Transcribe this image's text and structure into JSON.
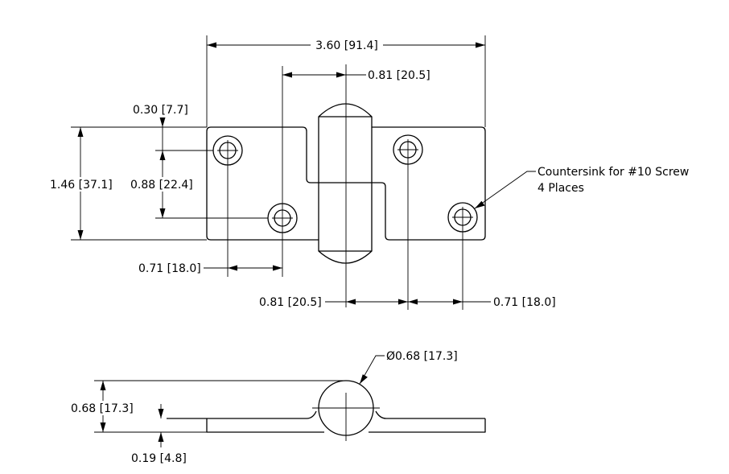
{
  "dimensions": {
    "overall_width": "3.60 [91.4]",
    "pin_offset_top": "0.81 [20.5]",
    "top_edge_hole": "0.30 [7.7]",
    "overall_height": "1.46 [37.1]",
    "hole_vertical_spacing": "0.88 [22.4]",
    "left_hole_spacing": "0.71 [18.0]",
    "pin_offset_bottom": "0.81 [20.5]",
    "right_hole_spacing": "0.71 [18.0]",
    "knuckle_diameter": "Ø0.68 [17.3]",
    "side_height": "0.68 [17.3]",
    "leaf_thickness": "0.19 [4.8]"
  },
  "note": {
    "line1": "Countersink for #10 Screw",
    "line2": "4 Places"
  }
}
